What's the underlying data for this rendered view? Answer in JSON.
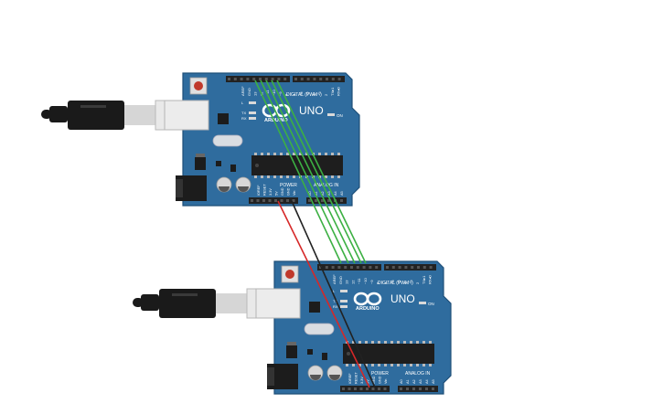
{
  "boards": [
    {
      "model": "UNO",
      "brand": "ARDUINO",
      "digital_label": "DIGITAL (PWM~)",
      "analog_label": "ANALOG IN",
      "power_label": "POWER",
      "on_label": "ON",
      "led_l": "L",
      "led_tx": "TX",
      "led_rx": "RX",
      "top_header_left": [
        "AREF",
        "GND",
        "13",
        "12",
        "~11",
        "~10",
        "~9",
        "8"
      ],
      "top_header_right": [
        "7",
        "~6",
        "~5",
        "4",
        "~3",
        "2",
        "TX▸1",
        "RX◂0"
      ],
      "power_pins": [
        "IOREF",
        "RESET",
        "3.3V",
        "5V",
        "GND",
        "GND",
        "Vin"
      ],
      "analog_pins": [
        "A0",
        "A1",
        "A2",
        "A3",
        "A4",
        "A5"
      ]
    },
    {
      "model": "UNO",
      "brand": "ARDUINO",
      "digital_label": "DIGITAL (PWM~)",
      "analog_label": "ANALOG IN",
      "power_label": "POWER",
      "on_label": "ON",
      "led_l": "L",
      "led_tx": "TX",
      "led_rx": "RX",
      "top_header_left": [
        "AREF",
        "GND",
        "13",
        "12",
        "~11",
        "~10",
        "~9",
        "8"
      ],
      "top_header_right": [
        "7",
        "~6",
        "~5",
        "4",
        "~3",
        "2",
        "TX▸1",
        "RX◂0"
      ],
      "power_pins": [
        "IOREF",
        "RESET",
        "3.3V",
        "5V",
        "GND",
        "GND",
        "Vin"
      ],
      "analog_pins": [
        "A0",
        "A1",
        "A2",
        "A3",
        "A4",
        "A5"
      ]
    }
  ],
  "colors": {
    "board": "#2f6c9e",
    "board_edge": "#1f4f78",
    "header": "#222222",
    "wire_green": "#3cb043",
    "wire_red": "#d62828",
    "wire_black": "#222222",
    "usb_cable": "#1a1a1a",
    "usb_plug": "#d6d6d6",
    "reset_button": "#c0392b"
  },
  "icons": [
    "arduino-infinity-logo",
    "usb-cable-icon",
    "dc-jack-icon",
    "reset-button-icon"
  ]
}
